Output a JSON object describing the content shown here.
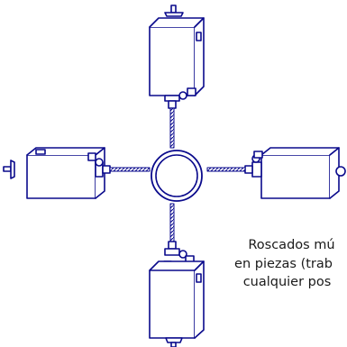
{
  "caption": {
    "lines": [
      "Roscados mú",
      "en piezas (trab",
      "cualquier pos"
    ]
  },
  "colors": {
    "outline": "#0a0a8c",
    "body_fill": "#ffffff",
    "background": "#ffffff"
  },
  "icons": {
    "units": [
      "tapping-unit-top",
      "tapping-unit-left",
      "tapping-unit-right",
      "tapping-unit-bottom"
    ],
    "workpiece": "ring-workpiece"
  }
}
